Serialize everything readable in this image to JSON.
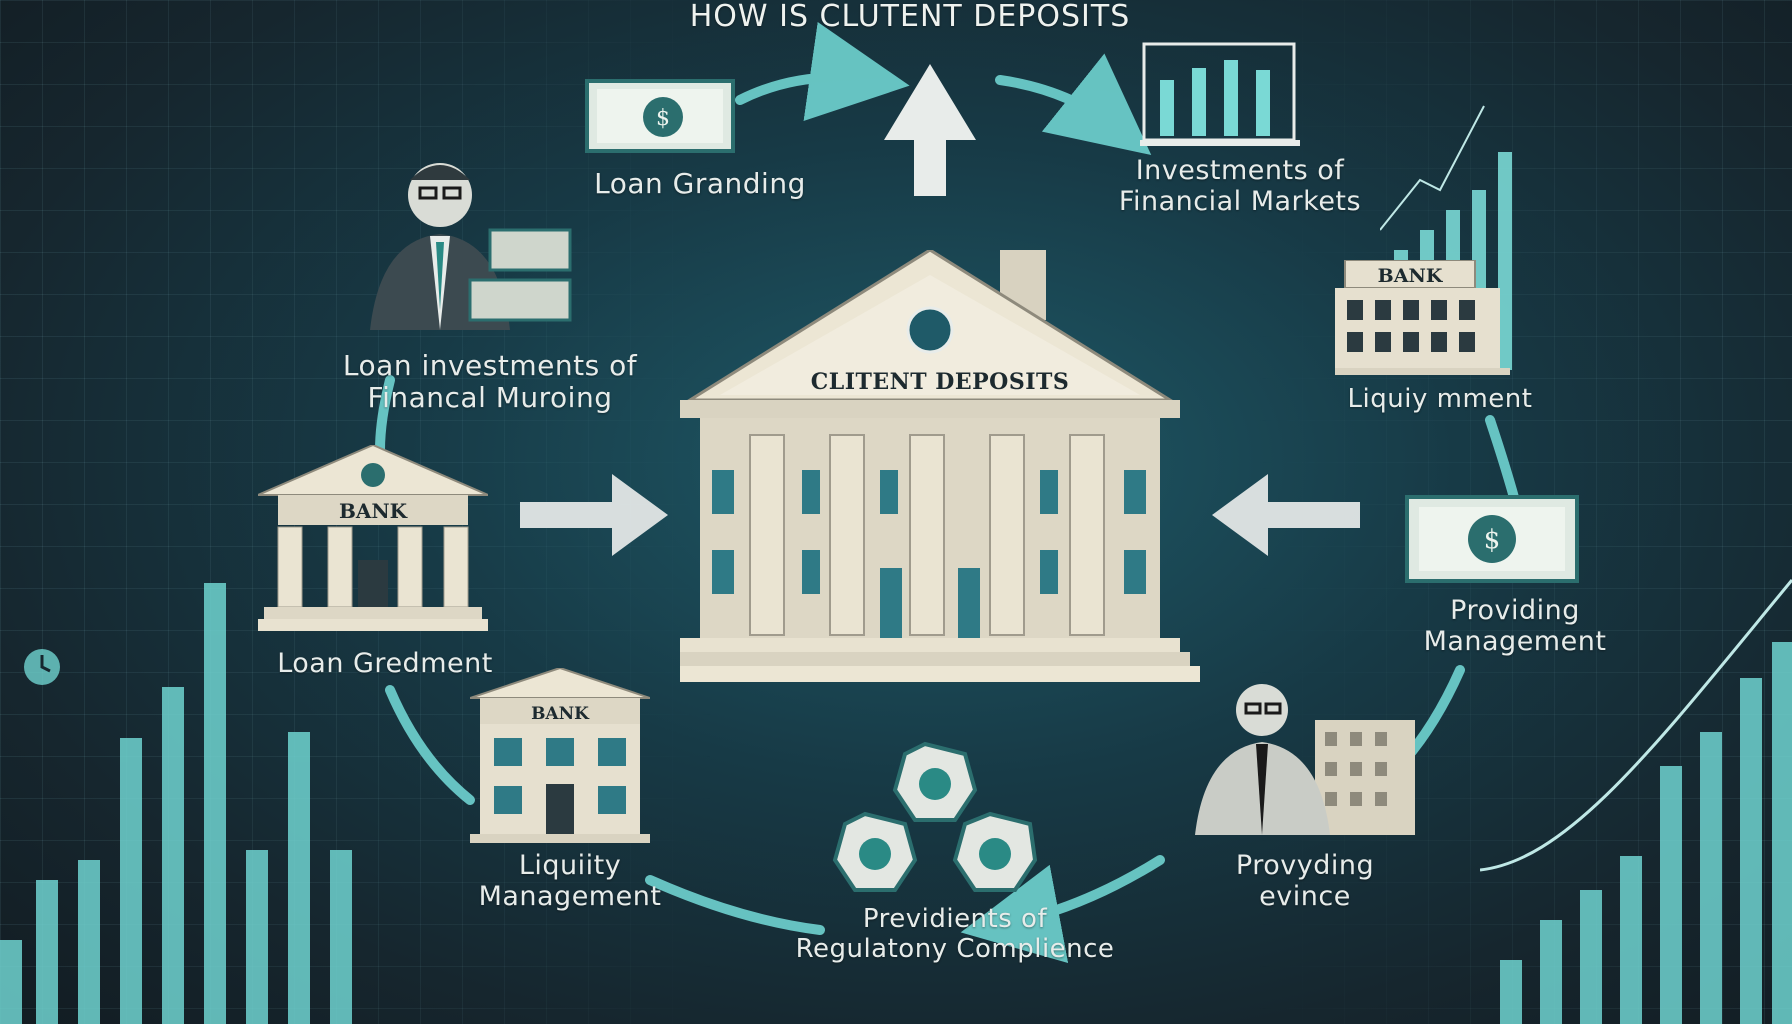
{
  "title": "HOW IS CLUTENT DEPOSITS",
  "center_building_label": "CLITENT DEPOSITS",
  "nodes": {
    "loan_granding": "Loan Granding",
    "investments_markets_1": "Investments of",
    "investments_markets_2": "Financial Markets",
    "loan_investments_1": "Loan investments of",
    "loan_investments_2": "Financal Muroing",
    "liquity_mgmt": "Liquiy mment",
    "loan_grement": "Loan Gredment",
    "providing_mgmt_1": "Providing",
    "providing_mgmt_2": "Management",
    "liquidity_mgmt_1": "Liquiity",
    "liquidity_mgmt_2": "Management",
    "providing_evince_1": "Provyding",
    "providing_evince_2": "evince",
    "providents_1": "Previdients of",
    "providents_2": "Regulatony Complience"
  },
  "bank_signs": {
    "left": "BANK",
    "bottom_left": "BANK",
    "top_right": "BANK"
  },
  "colors": {
    "accent": "#6fd3d0",
    "text": "#e7ecea",
    "building": "#e6e0cf",
    "dark": "#16262e"
  },
  "icons": [
    "dollar-bill-icon",
    "bar-chart-icon",
    "bank-icon",
    "businessman-icon",
    "arrow-icon",
    "shield-icon"
  ]
}
